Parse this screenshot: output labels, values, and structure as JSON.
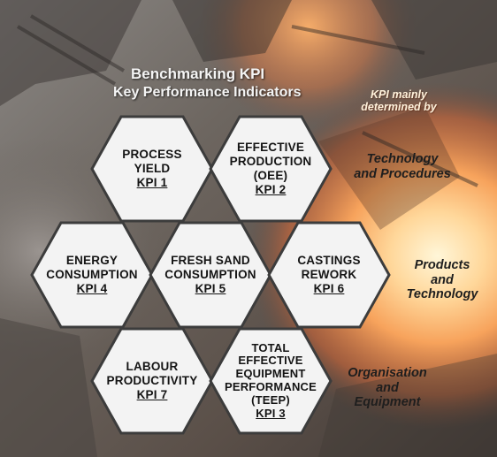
{
  "header": {
    "title": "Benchmarking KPI",
    "subtitle": "Key Performance Indicators"
  },
  "side_header": [
    "KPI mainly",
    "determined by"
  ],
  "side_labels": [
    {
      "lines": [
        "Technology",
        "and Procedures"
      ]
    },
    {
      "lines": [
        "Products",
        "and",
        "Technology"
      ]
    },
    {
      "lines": [
        "Organisation",
        "and",
        "Equipment"
      ]
    }
  ],
  "hexagons": [
    {
      "id": "process-yield",
      "lines": [
        "PROCESS",
        "YIELD"
      ],
      "kpi": "KPI 1"
    },
    {
      "id": "effective-production",
      "lines": [
        "EFFECTIVE",
        "PRODUCTION",
        "(OEE)"
      ],
      "kpi": "KPI 2"
    },
    {
      "id": "energy-consumption",
      "lines": [
        "ENERGY",
        "CONSUMPTION"
      ],
      "kpi": "KPI 4"
    },
    {
      "id": "fresh-sand-consumption",
      "lines": [
        "FRESH SAND",
        "CONSUMPTION"
      ],
      "kpi": "KPI 5"
    },
    {
      "id": "castings-rework",
      "lines": [
        "CASTINGS",
        "REWORK"
      ],
      "kpi": "KPI 6"
    },
    {
      "id": "labour-productivity",
      "lines": [
        "LABOUR",
        "PRODUCTIVITY"
      ],
      "kpi": "KPI 7"
    },
    {
      "id": "teep",
      "lines": [
        "TOTAL",
        "EFFECTIVE",
        "EQUIPMENT",
        "PERFORMANCE",
        "(TEEP)"
      ],
      "kpi": "KPI 3"
    }
  ],
  "colors": {
    "hex_fill": "#f3f3f3",
    "hex_border": "#3c3c3c",
    "title_text": "#f4f4f4",
    "side_header_text": "#fff2dc",
    "side_label_text": "#1e1e1e"
  }
}
